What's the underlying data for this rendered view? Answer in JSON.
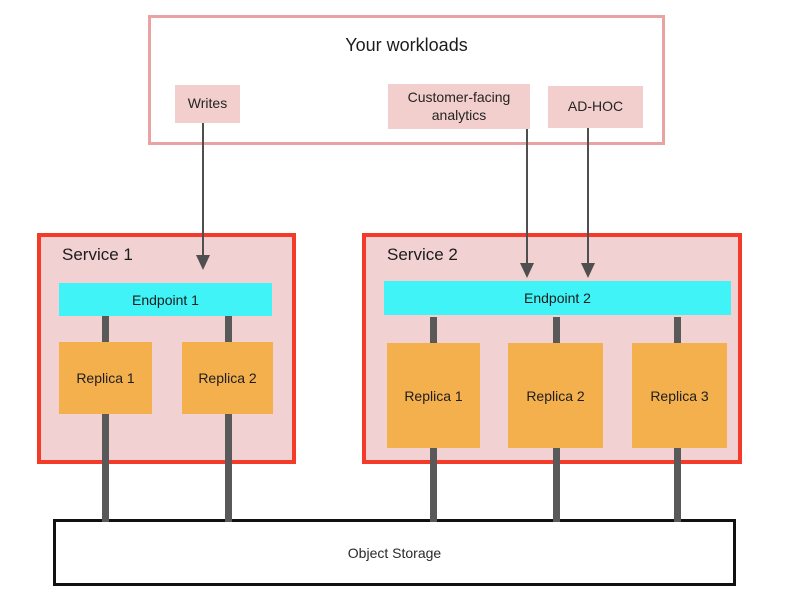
{
  "colors": {
    "workloads_border": "#e9a3a2",
    "workload_box_fill": "#f2cfcd",
    "service_border": "#f43b2a",
    "service_fill": "#f1d1d1",
    "endpoint_fill": "#40f3f7",
    "replica_fill": "#f5b04e",
    "connector": "#595959",
    "arrow": "#4f4f4f",
    "storage_border": "#111111",
    "text": "#212121"
  },
  "workloads": {
    "title": "Your workloads",
    "items": [
      {
        "label": "Writes"
      },
      {
        "label": "Customer-facing analytics"
      },
      {
        "label": "AD-HOC"
      }
    ]
  },
  "services": [
    {
      "title": "Service 1",
      "endpoint": "Endpoint 1",
      "replicas": [
        "Replica 1",
        "Replica 2"
      ]
    },
    {
      "title": "Service 2",
      "endpoint": "Endpoint 2",
      "replicas": [
        "Replica 1",
        "Replica 2",
        "Replica 3"
      ]
    }
  ],
  "storage": {
    "label": "Object Storage"
  }
}
